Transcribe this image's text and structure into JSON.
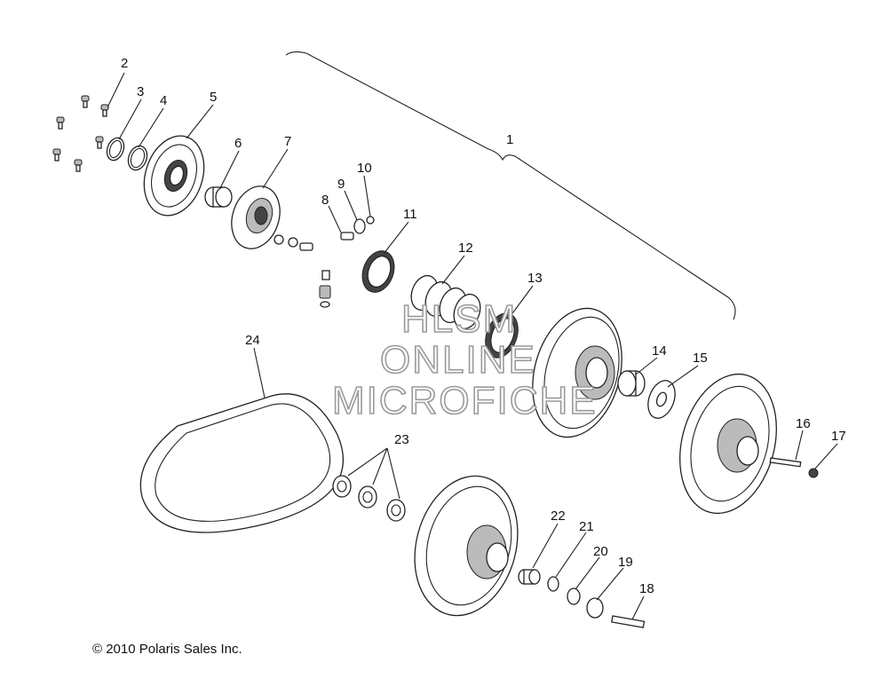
{
  "diagram": {
    "callouts": [
      "1",
      "2",
      "3",
      "4",
      "5",
      "6",
      "7",
      "8",
      "9",
      "10",
      "11",
      "12",
      "13",
      "14",
      "15",
      "16",
      "17",
      "18",
      "19",
      "20",
      "21",
      "22",
      "23",
      "24"
    ],
    "copyright": "© 2010 Polaris Sales Inc.",
    "watermark": [
      "HLSM",
      "ONLINE",
      "MICROFICHE"
    ]
  }
}
